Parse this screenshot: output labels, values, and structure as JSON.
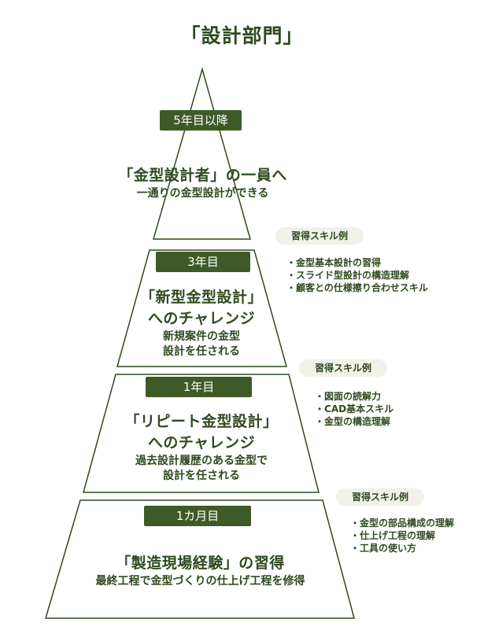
{
  "title": "「設計部門」",
  "colors": {
    "line": "#2f4a1e",
    "badge_bg": "#3d5a27",
    "badge_text": "#ffffff",
    "skill_badge_bg": "#f1f1e9",
    "text": "#2f4a1e"
  },
  "tiers": [
    {
      "period": "5年目以降",
      "heading": [
        "「金型設計者」の一員へ"
      ],
      "description": [
        "一通りの金型設計ができる"
      ]
    },
    {
      "period": "3年目",
      "heading": [
        "「新型金型設計」",
        "へのチャレンジ"
      ],
      "description": [
        "新規案件の金型",
        "設計を任される"
      ],
      "skills_label": "習得スキル例",
      "skills": [
        "金型基本設計の習得",
        "スライド型設計の構造理解",
        "顧客との仕様擦り合わせスキル"
      ]
    },
    {
      "period": "1年目",
      "heading": [
        "「リピート金型設計」",
        "へのチャレンジ"
      ],
      "description": [
        "過去設計履歴のある金型で",
        "設計を任される"
      ],
      "skills_label": "習得スキル例",
      "skills": [
        "図面の読解力",
        "CAD基本スキル",
        "金型の構造理解"
      ]
    },
    {
      "period": "1カ月目",
      "heading": [
        "「製造現場経験」の習得"
      ],
      "description": [
        "最終工程で金型づくりの仕上げ工程を修得"
      ],
      "skills_label": "習得スキル例",
      "skills": [
        "金型の部品構成の理解",
        "仕上げ工程の理解",
        "工具の使い方"
      ]
    }
  ]
}
